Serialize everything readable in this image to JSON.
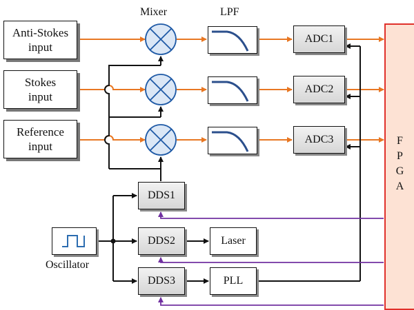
{
  "inputs": {
    "anti_stokes": [
      "Anti-Stokes",
      "input"
    ],
    "stokes": [
      "Stokes",
      "input"
    ],
    "reference": [
      "Reference",
      "input"
    ]
  },
  "labels": {
    "mixer": "Mixer",
    "lpf": "LPF",
    "oscillator": "Oscillator"
  },
  "adcs": [
    "ADC1",
    "ADC2",
    "ADC3"
  ],
  "dds": [
    "DDS1",
    "DDS2",
    "DDS3"
  ],
  "laser": "Laser",
  "pll": "PLL",
  "fpga": [
    "F",
    "P",
    "G",
    "A"
  ],
  "colors": {
    "signal": "#e87722",
    "control": "#7030a0",
    "line": "#111111",
    "mixer_fill": "#dbe7f6",
    "mixer_stroke": "#1f5aa6",
    "filter_curve": "#2b4f8c",
    "fpga_fill": "#fde2d4",
    "fpga_border": "#e0302a"
  }
}
